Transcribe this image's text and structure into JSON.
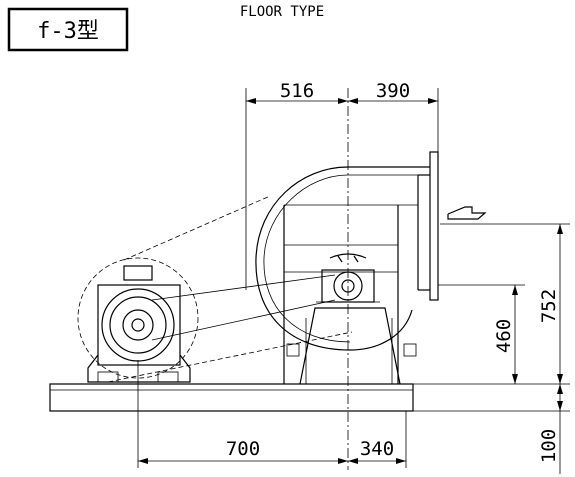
{
  "title": {
    "type_label": "f-3型",
    "floor_type": "FLOOR TYPE"
  },
  "dimensions": {
    "top_left": "516",
    "top_right": "390",
    "bottom_left": "700",
    "bottom_right": "340",
    "height_total": "752",
    "height_shaft": "460",
    "height_base": "100"
  }
}
